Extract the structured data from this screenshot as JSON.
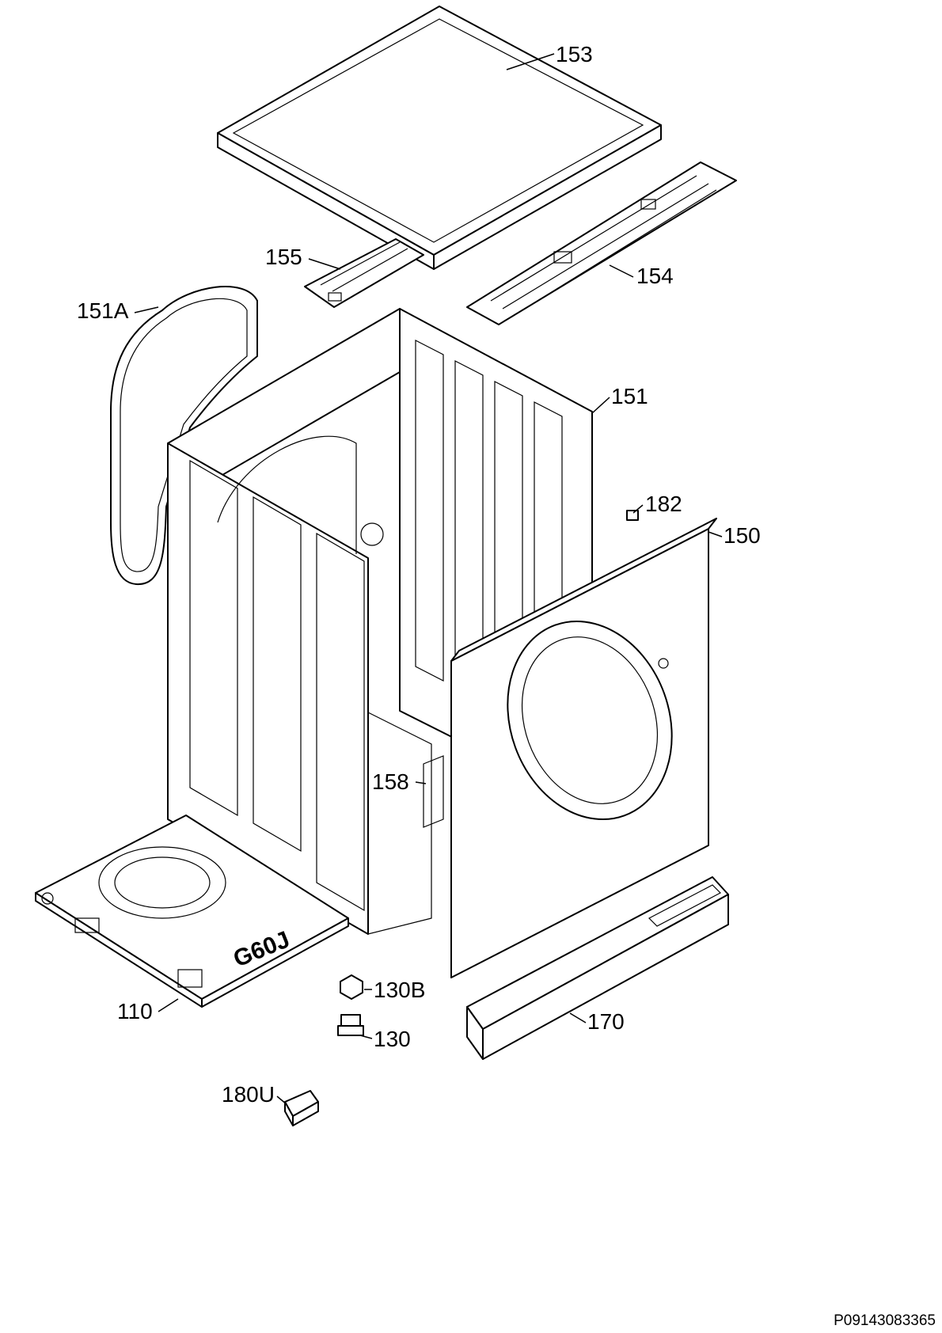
{
  "callouts": {
    "c153": "153",
    "c155": "155",
    "c154": "154",
    "c151a": "151A",
    "c151": "151",
    "c182": "182",
    "c150": "150",
    "c158": "158",
    "c110": "110",
    "c130b": "130B",
    "c130": "130",
    "c170": "170",
    "c180u": "180U"
  },
  "base_marking": "G60J",
  "document_id": "P09143083365"
}
